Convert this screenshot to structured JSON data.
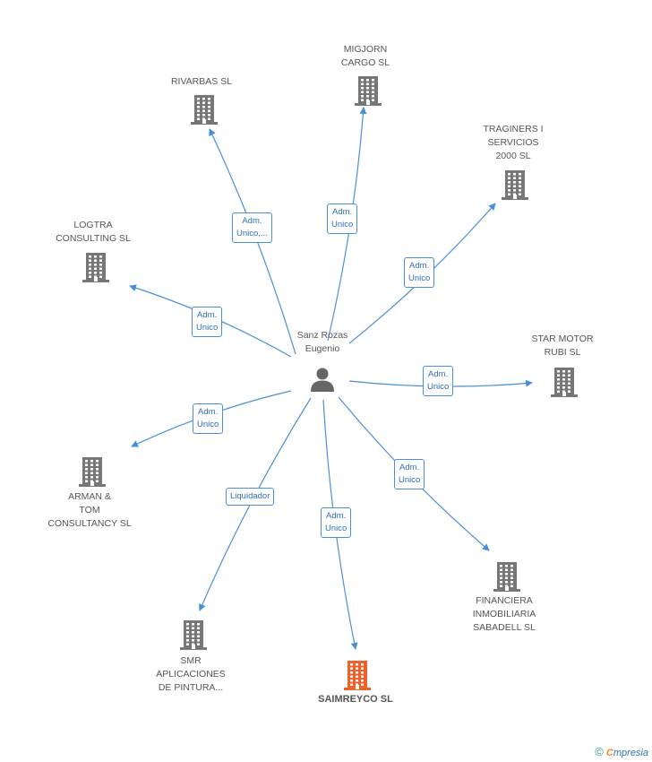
{
  "center": {
    "name": "Sanz Rozas\nEugenio",
    "icon": "person-icon"
  },
  "companies": [
    {
      "id": "rivarbas",
      "name": "RIVARBAS SL",
      "icon": "building-icon"
    },
    {
      "id": "migjorn",
      "name": "MIGJORN\nCARGO SL",
      "icon": "building-icon"
    },
    {
      "id": "traginers",
      "name": "TRAGINERS I\nSERVICIOS\n2000 SL",
      "icon": "building-icon"
    },
    {
      "id": "logtra",
      "name": "LOGTRA\nCONSULTING SL",
      "icon": "building-icon"
    },
    {
      "id": "starmotor",
      "name": "STAR MOTOR\nRUBI  SL",
      "icon": "building-icon"
    },
    {
      "id": "arman",
      "name": "ARMAN &\nTOM\nCONSULTANCY SL",
      "icon": "building-icon"
    },
    {
      "id": "financiera",
      "name": "FINANCIERA\nINMOBILIARIA\nSABADELL SL",
      "icon": "building-icon"
    },
    {
      "id": "smr",
      "name": "SMR\nAPLICACIONES\nDE PINTURA...",
      "icon": "building-icon"
    },
    {
      "id": "saimreyco",
      "name": "SAIMREYCO SL",
      "icon": "building-icon",
      "highlight": true
    }
  ],
  "relations": [
    {
      "to": "rivarbas",
      "label": "Adm.\nUnico,..."
    },
    {
      "to": "migjorn",
      "label": "Adm.\nUnico"
    },
    {
      "to": "traginers",
      "label": "Adm.\nUnico"
    },
    {
      "to": "logtra",
      "label": "Adm.\nUnico"
    },
    {
      "to": "starmotor",
      "label": "Adm.\nUnico"
    },
    {
      "to": "arman",
      "label": "Adm.\nUnico"
    },
    {
      "to": "financiera",
      "label": "Adm.\nUnico"
    },
    {
      "to": "smr",
      "label": "Liquidador"
    },
    {
      "to": "saimreyco",
      "label": "Adm.\nUnico"
    }
  ],
  "colors": {
    "edge": "#4a90d9",
    "building": "#777777",
    "building_highlight": "#f0602a",
    "person": "#666666"
  },
  "footer": {
    "copyright": "©",
    "brand_initial": "C",
    "brand_rest": "mpresia"
  }
}
